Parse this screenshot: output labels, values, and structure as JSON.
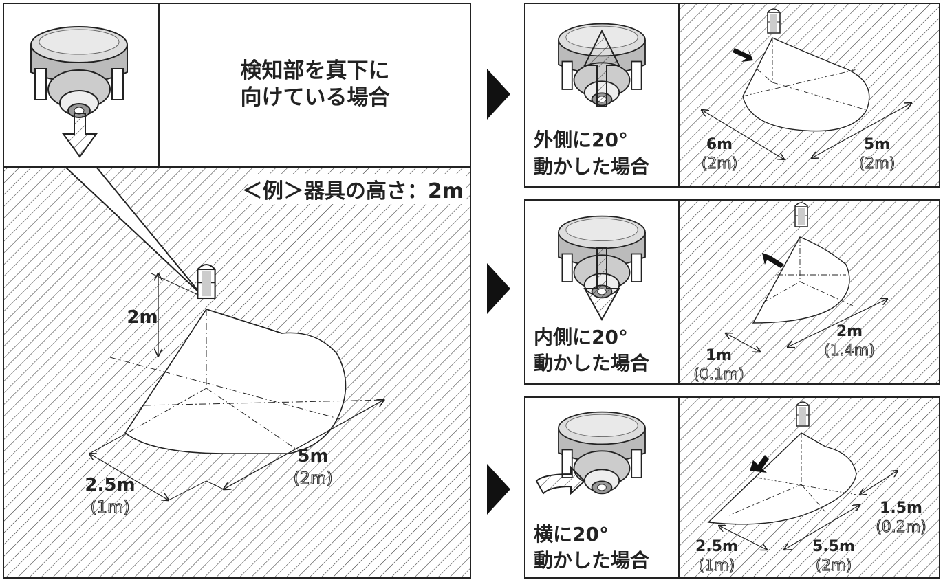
{
  "main": {
    "title": "検知部を真下に",
    "title_line2": "向けている場合",
    "example": "＜例＞器具の高さ：2m",
    "height_label": "2m",
    "left_dim": "2.5m",
    "left_dim_sub": "(1m)",
    "right_dim": "5m",
    "right_dim_sub": "(2m)"
  },
  "panels": [
    {
      "caption_line1": "外側に20°",
      "caption_line2": "動かした場合",
      "dim_a": "6m",
      "dim_a_sub": "(2m)",
      "dim_b": "5m",
      "dim_b_sub": "(2m)"
    },
    {
      "caption_line1": "内側に20°",
      "caption_line2": "動かした場合",
      "dim_a": "1m",
      "dim_a_sub": "(0.1m)",
      "dim_b": "2m",
      "dim_b_sub": "(1.4m)"
    },
    {
      "caption_line1": "横に20°",
      "caption_line2": "動かした場合",
      "dim_a": "2.5m",
      "dim_a_sub": "(1m)",
      "dim_b": "5.5m",
      "dim_b_sub": "(2m)",
      "dim_c": "1.5m",
      "dim_c_sub": "(0.2m)"
    }
  ],
  "colors": {
    "ink": "#222222",
    "hatch": "#333333",
    "gray": "#aaaaaa",
    "sensor": "#bfbfbf"
  }
}
